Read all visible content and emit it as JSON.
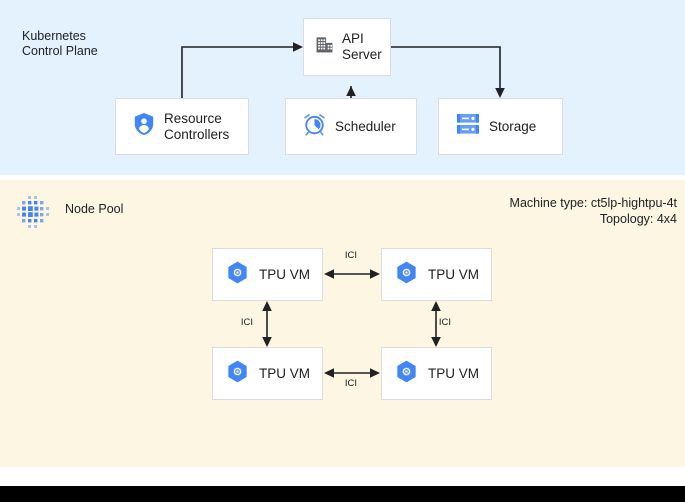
{
  "control_plane": {
    "title": "Kubernetes\nControl Plane",
    "background": "#e3f2fd",
    "boxes": [
      {
        "id": "api-server",
        "label": "API\nServer",
        "icon": "building-icon",
        "icon_color": "#5f6368"
      },
      {
        "id": "resource-controllers",
        "label": "Resource\nControllers",
        "icon": "shield-person-icon",
        "icon_color": "#669df6"
      },
      {
        "id": "scheduler",
        "label": "Scheduler",
        "icon": "alarm-clock-icon",
        "icon_color": "#669df6"
      },
      {
        "id": "storage",
        "label": "Storage",
        "icon": "server-stack-icon",
        "icon_color": "#669df6"
      }
    ],
    "edges": [
      {
        "from": "resource-controllers",
        "to": "api-server",
        "direction": "one-way"
      },
      {
        "from": "scheduler",
        "to": "api-server",
        "direction": "one-way"
      },
      {
        "from": "api-server",
        "to": "storage",
        "direction": "one-way"
      }
    ]
  },
  "node_pool": {
    "label": "Node Pool",
    "icon": "node-cluster-dots-icon",
    "background": "#fcf6e3",
    "machine_type": "Machine type: ct5lp-hightpu-4t",
    "topology": "Topology: 4x4",
    "vms": [
      {
        "id": "tpu-vm-0",
        "label": "TPU VM",
        "icon": "hexagon-gear-icon"
      },
      {
        "id": "tpu-vm-1",
        "label": "TPU VM",
        "icon": "hexagon-gear-icon"
      },
      {
        "id": "tpu-vm-2",
        "label": "TPU VM",
        "icon": "hexagon-gear-icon"
      },
      {
        "id": "tpu-vm-3",
        "label": "TPU VM",
        "icon": "hexagon-gear-icon"
      }
    ],
    "links": [
      {
        "id": "ici-top",
        "label": "ICI",
        "between": [
          "tpu-vm-0",
          "tpu-vm-1"
        ],
        "direction": "two-way"
      },
      {
        "id": "ici-left",
        "label": "ICI",
        "between": [
          "tpu-vm-0",
          "tpu-vm-2"
        ],
        "direction": "two-way"
      },
      {
        "id": "ici-right",
        "label": "ICI",
        "between": [
          "tpu-vm-1",
          "tpu-vm-3"
        ],
        "direction": "two-way"
      },
      {
        "id": "ici-bottom",
        "label": "ICI",
        "between": [
          "tpu-vm-2",
          "tpu-vm-3"
        ],
        "direction": "two-way"
      }
    ]
  },
  "colors": {
    "icon_blue": "#669df6",
    "icon_gray": "#5f6368",
    "box_border": "#dadce0",
    "text": "#202124",
    "bottom_bar": "#000000"
  }
}
